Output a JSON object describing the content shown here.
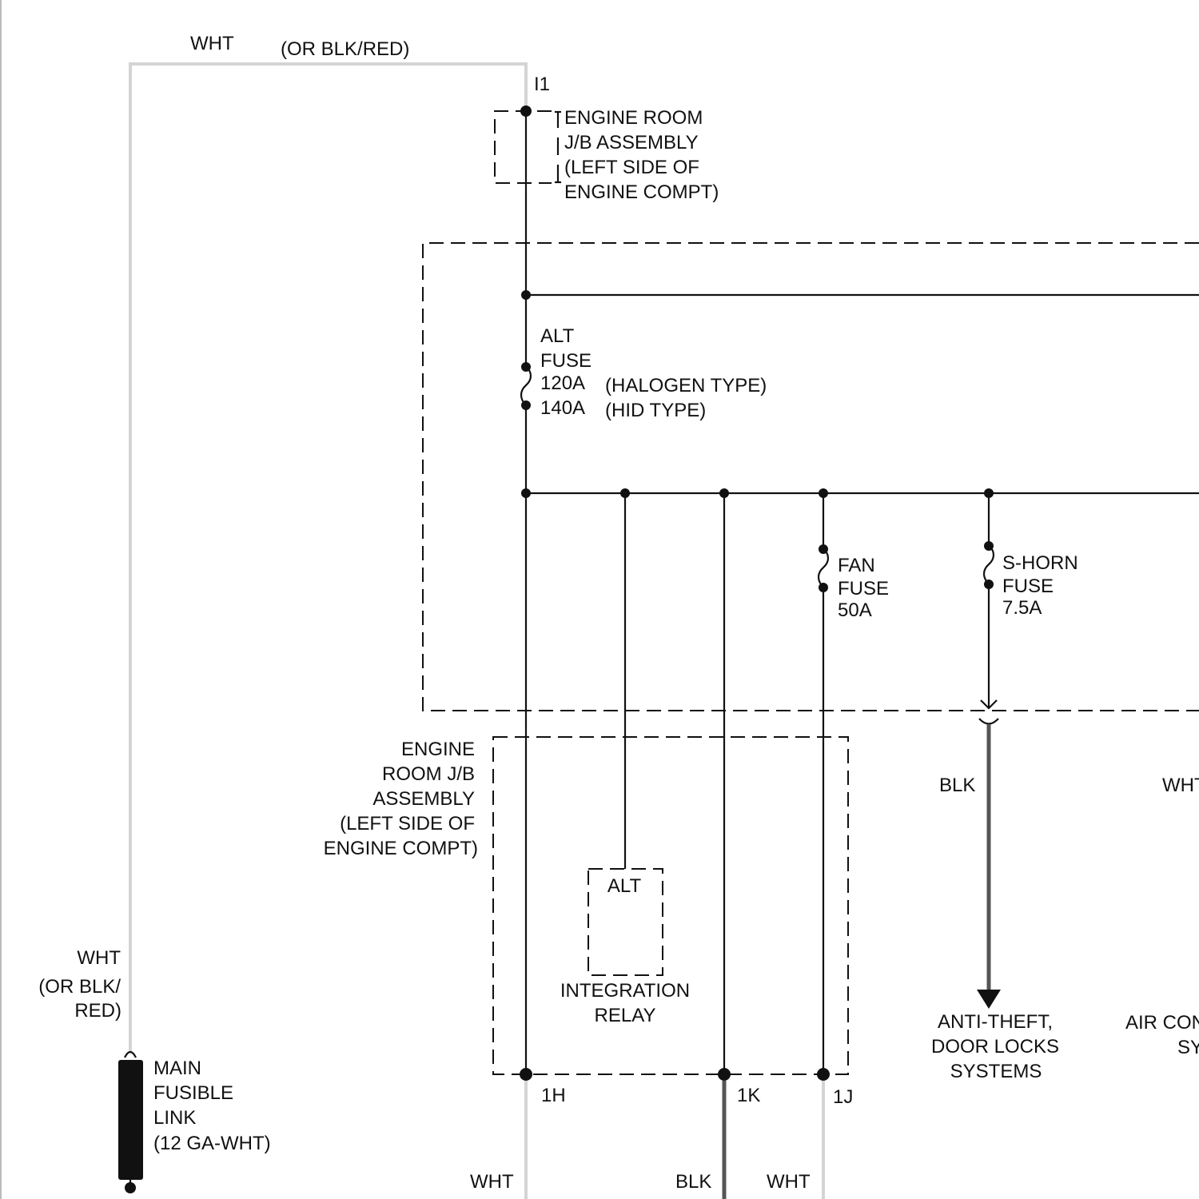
{
  "labels": {
    "top_wht": "WHT",
    "top_or_blk_red": "(OR BLK/RED)",
    "conn_i1": "I1",
    "jb_top": [
      "ENGINE ROOM",
      "J/B ASSEMBLY",
      "(LEFT SIDE OF",
      "ENGINE COMPT)"
    ],
    "alt_fuse": [
      "ALT",
      "FUSE"
    ],
    "alt_fuse_ratings": [
      "120A",
      "140A"
    ],
    "alt_fuse_types": [
      "(HALOGEN TYPE)",
      "(HID TYPE)"
    ],
    "fan_fuse": [
      "FAN",
      "FUSE",
      "50A"
    ],
    "shorn_fuse": [
      "S-HORN",
      "FUSE",
      "7.5A"
    ],
    "jb_bottom": [
      "ENGINE",
      "ROOM J/B",
      "ASSEMBLY",
      "(LEFT SIDE OF",
      "ENGINE COMPT)"
    ],
    "alt_relay_top": "ALT",
    "alt_relay_bottom": [
      "INTEGRATION",
      "RELAY"
    ],
    "blk_mid": "BLK",
    "wht_right": "WHT",
    "antitheft": [
      "ANTI-THEFT,",
      "DOOR LOCKS",
      "SYSTEMS"
    ],
    "aircon": [
      "AIR CON",
      "SY"
    ],
    "left_wht": "WHT",
    "left_or_blk_red": [
      "(OR BLK/",
      "RED)"
    ],
    "main_link": [
      "MAIN",
      "FUSIBLE",
      "LINK",
      "(12 GA-WHT)"
    ],
    "conn_1h": "1H",
    "conn_1k": "1K",
    "conn_1j": "1J",
    "bottom_wht_1": "WHT",
    "bottom_blk": "BLK",
    "bottom_wht_2": "WHT"
  }
}
